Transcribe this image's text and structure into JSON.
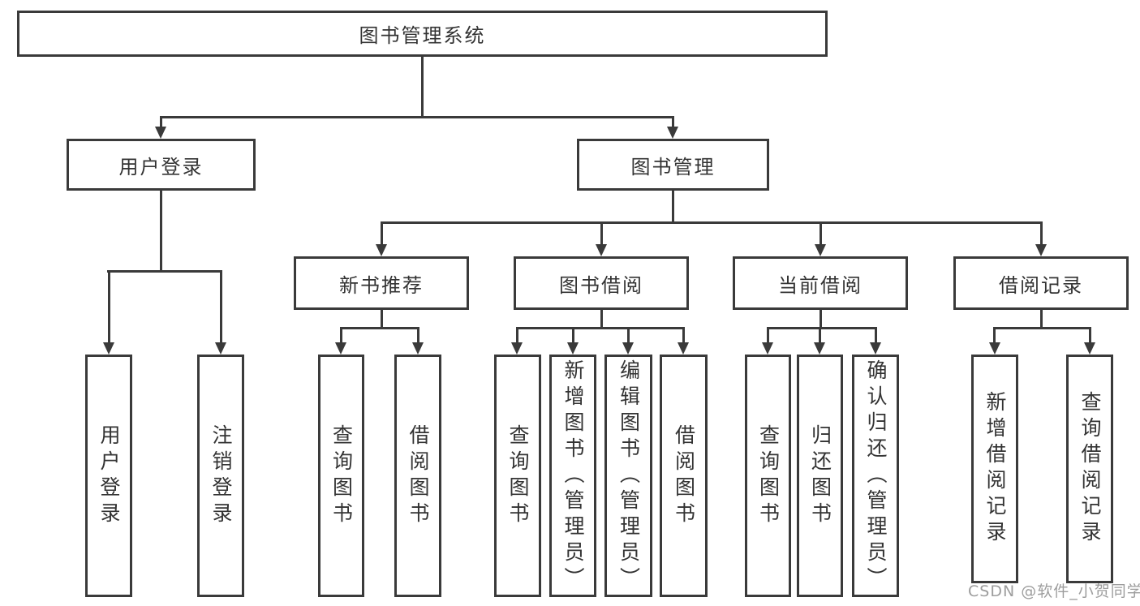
{
  "tree": {
    "root_label": "图书管理系统",
    "branches": [
      {
        "label": "用户登录",
        "children": [
          "用户登录",
          "注销登录"
        ]
      },
      {
        "label": "图书管理",
        "children": [
          {
            "label": "新书推荐",
            "children": [
              "查询图书",
              "借阅图书"
            ]
          },
          {
            "label": "图书借阅",
            "children": [
              "查询图书",
              "新增图书（管理员）",
              "编辑图书（管理员）",
              "借阅图书"
            ]
          },
          {
            "label": "当前借阅",
            "children": [
              "查询图书",
              "归还图书",
              "确认归还（管理员）"
            ]
          },
          {
            "label": "借阅记录",
            "children": [
              "新增借阅记录",
              "查询借阅记录"
            ]
          }
        ]
      }
    ]
  },
  "watermark": {
    "text": "CSDN @软件_小贺同学",
    "color": "#9d9d9d"
  },
  "colors": {
    "line": "#3a3a3a",
    "text": "#333333",
    "background": "#ffffff"
  }
}
